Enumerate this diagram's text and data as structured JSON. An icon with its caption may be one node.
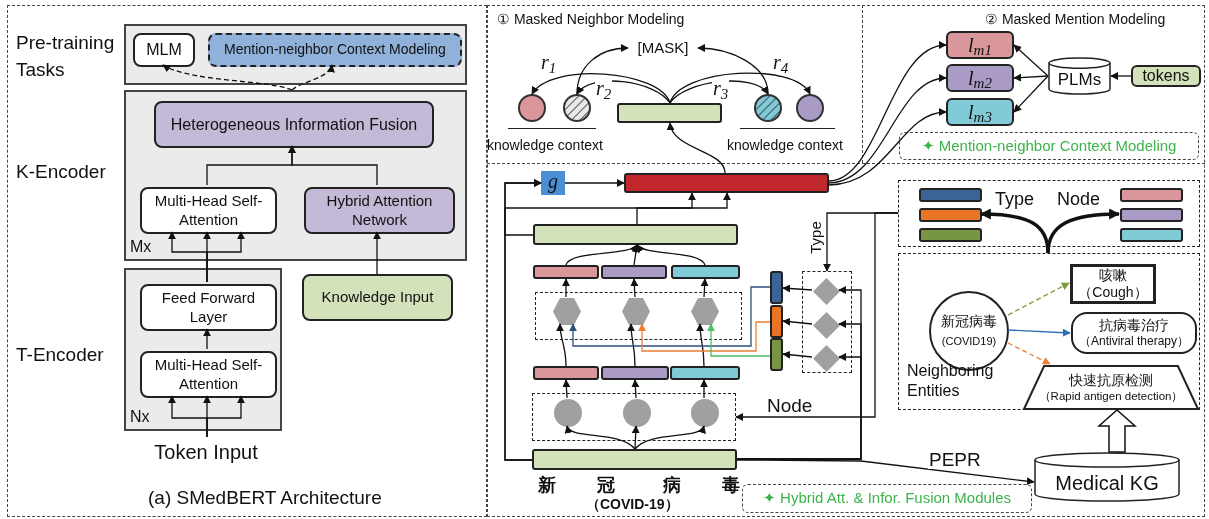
{
  "diagram": {
    "nodes": [
      {
        "text": [],
        "shape": "box"
      },
      {
        "text": [
          "MLM"
        ],
        "in": 0
      },
      {
        "text": [
          "Mention-neighbor Context Modeling"
        ],
        "in": 0
      },
      {
        "text": [
          "Mx"
        ]
      },
      {
        "text": [
          "Heterogeneous Information Fusion"
        ],
        "in": 3
      },
      {
        "text": [
          "Multi-Head Self-Attention"
        ],
        "in": 3
      },
      {
        "text": [
          "Hybrid Attention Network"
        ],
        "in": 3
      },
      {
        "text": [
          "Nx"
        ]
      },
      {
        "text": [
          "Feed Forward Layer"
        ],
        "in": 7
      },
      {
        "text": [
          "Multi-Head Self-Attention"
        ],
        "in": 7
      },
      {
        "text": [
          "Knowledge Input"
        ]
      },
      {
        "text": [
          "Token Input"
        ]
      },
      {
        "text": [
          "[MASK]"
        ]
      },
      {
        "text": [],
        "shape": "circle"
      },
      {
        "text": [],
        "shape": "circle"
      },
      {
        "text": [],
        "shape": "bar"
      },
      {
        "text": [],
        "shape": "circle"
      },
      {
        "text": [],
        "shape": "circle"
      },
      {
        "text": [
          "l$_{m1}$"
        ]
      },
      {
        "text": [
          "l$_{m2}$"
        ]
      },
      {
        "text": [
          "l$_{m3}$"
        ]
      },
      {
        "text": [
          "PLMs"
        ]
      },
      {
        "text": [
          "tokens"
        ]
      },
      {
        "text": [
          "✦ Mention-neighbor Context Modeling"
        ]
      },
      {
        "text": [
          "g"
        ]
      },
      {
        "text": [],
        "shape": "bar"
      },
      {
        "text": [],
        "shape": "bar"
      },
      {
        "text": [],
        "shape": "bar"
      },
      {
        "text": [],
        "shape": "bar"
      },
      {
        "text": [],
        "shape": "bar"
      },
      {
        "text": [],
        "shape": "box"
      },
      {
        "text": [],
        "shape": "hexagon",
        "in": 30
      },
      {
        "text": [],
        "shape": "hexagon",
        "in": 30
      },
      {
        "text": [],
        "shape": "hexagon",
        "in": 30
      },
      {
        "text": [],
        "shape": "bar"
      },
      {
        "text": [],
        "shape": "bar"
      },
      {
        "text": [],
        "shape": "bar"
      },
      {
        "text": [],
        "shape": "box"
      },
      {
        "text": [],
        "shape": "circle",
        "in": 37
      },
      {
        "text": [],
        "shape": "circle",
        "in": 37
      },
      {
        "text": [],
        "shape": "circle",
        "in": 37
      },
      {
        "text": [],
        "shape": "bar",
        "beside": [
          "新",
          "冠",
          "病",
          "毒",
          "（COVID-19）"
        ]
      },
      {
        "text": [],
        "shape": "bar"
      },
      {
        "text": [],
        "shape": "bar"
      },
      {
        "text": [],
        "shape": "bar"
      },
      {
        "text": [],
        "shape": "box"
      },
      {
        "text": [],
        "shape": "diamond",
        "in": 45
      },
      {
        "text": [],
        "shape": "diamond",
        "in": 45
      },
      {
        "text": [],
        "shape": "diamond",
        "in": 45
      },
      {
        "text": [
          "✦ Hybrid Att. & Infor. Fusion Modules"
        ]
      },
      {
        "text": [],
        "shape": "box"
      },
      {
        "text": [],
        "shape": "bar",
        "in": 50
      },
      {
        "text": [],
        "shape": "bar",
        "in": 50
      },
      {
        "text": [],
        "shape": "bar",
        "in": 50
      },
      {
        "text": [],
        "shape": "bar",
        "in": 50
      },
      {
        "text": [],
        "shape": "bar",
        "in": 50
      },
      {
        "text": [],
        "shape": "bar",
        "in": 50
      },
      {
        "text": [
          "Neighboring Entities"
        ]
      },
      {
        "text": [
          "新冠病毒",
          "(COVID19)"
        ],
        "in": 57
      },
      {
        "text": [
          "咳嗽",
          "（Cough）"
        ],
        "in": 57
      },
      {
        "text": [
          "抗病毒治疗",
          "（Antiviral therapy）"
        ],
        "in": 57
      },
      {
        "text": [
          "快速抗原检测",
          "（Rapid antigen detection）"
        ],
        "in": 57
      },
      {
        "text": [
          "Medical KG"
        ]
      }
    ],
    "edges": [
      {
        "from": 11,
        "to": 9,
        "arrow": "to"
      },
      {
        "from": 9,
        "to": 8,
        "arrow": "to"
      },
      {
        "from": 8,
        "to": 5,
        "arrow": "to"
      },
      {
        "from": 5,
        "to": 4,
        "arrow": "to"
      },
      {
        "from": 6,
        "to": 4,
        "arrow": "to"
      },
      {
        "from": 10,
        "to": 6,
        "arrow": "to"
      },
      {
        "from": 3,
        "to": 1,
        "arrow": "to",
        "style": "dashed"
      },
      {
        "from": 3,
        "to": 2,
        "arrow": "to",
        "style": "dashed"
      },
      {
        "from": 15,
        "to": 13,
        "arrow": "to",
        "label": "r$_{1}$"
      },
      {
        "from": 15,
        "to": 14,
        "arrow": "to",
        "label": "r$_{2}$"
      },
      {
        "from": 15,
        "to": 16,
        "arrow": "to",
        "label": "r$_{3}$"
      },
      {
        "from": 15,
        "to": 17,
        "arrow": "to",
        "label": "r$_{4}$"
      },
      {
        "from": 14,
        "to": 12,
        "arrow": "to"
      },
      {
        "from": 16,
        "to": 12,
        "arrow": "to"
      },
      {
        "from": 22,
        "to": 21,
        "arrow": "to"
      },
      {
        "from": 21,
        "to": 18,
        "arrow": "to"
      },
      {
        "from": 21,
        "to": 19,
        "arrow": "to"
      },
      {
        "from": 21,
        "to": 20,
        "arrow": "to"
      },
      {
        "from": 24,
        "to": 25,
        "arrow": "to"
      },
      {
        "from": 25,
        "to": 15,
        "arrow": "to"
      },
      {
        "from": 25,
        "to": 18,
        "arrow": "to"
      },
      {
        "from": 25,
        "to": 19,
        "arrow": "to"
      },
      {
        "from": 25,
        "to": 20,
        "arrow": "to"
      },
      {
        "from": 41,
        "to": 38,
        "arrow": "to"
      },
      {
        "from": 41,
        "to": 39,
        "arrow": "to"
      },
      {
        "from": 41,
        "to": 40,
        "arrow": "to"
      },
      {
        "from": 38,
        "to": 34,
        "arrow": "to"
      },
      {
        "from": 39,
        "to": 35,
        "arrow": "to"
      },
      {
        "from": 40,
        "to": 36,
        "arrow": "to"
      },
      {
        "from": 34,
        "to": 31,
        "arrow": "to"
      },
      {
        "from": 35,
        "to": 32,
        "arrow": "to"
      },
      {
        "from": 36,
        "to": 33,
        "arrow": "to"
      },
      {
        "from": 42,
        "to": 31,
        "arrow": "to",
        "color": "#2f4f80"
      },
      {
        "from": 43,
        "to": 32,
        "arrow": "to",
        "color": "#ed7d31"
      },
      {
        "from": 44,
        "to": 33,
        "arrow": "to",
        "color": "#4cc062"
      },
      {
        "from": 31,
        "to": 27,
        "arrow": "to"
      },
      {
        "from": 32,
        "to": 28,
        "arrow": "to"
      },
      {
        "from": 33,
        "to": 29,
        "arrow": "to"
      },
      {
        "from": 27,
        "to": 26,
        "arrow": "to"
      },
      {
        "from": 28,
        "to": 26,
        "arrow": "to"
      },
      {
        "from": 29,
        "to": 26,
        "arrow": "to"
      },
      {
        "from": 26,
        "to": 25,
        "arrow": "to"
      },
      {
        "from": 41,
        "to": 25,
        "arrow": "to"
      },
      {
        "from": 41,
        "to": 24,
        "arrow": "to"
      },
      {
        "from": 26,
        "to": 24,
        "arrow": "to"
      },
      {
        "from": 41,
        "to": 62,
        "arrow": "to",
        "label": "PEPR"
      },
      {
        "from": 41,
        "to": 46,
        "arrow": "to"
      },
      {
        "from": 41,
        "to": 47,
        "arrow": "to"
      },
      {
        "from": 41,
        "to": 48,
        "arrow": "to"
      },
      {
        "from": 46,
        "to": 42,
        "arrow": "to"
      },
      {
        "from": 47,
        "to": 43,
        "arrow": "to"
      },
      {
        "from": 48,
        "to": 44,
        "arrow": "to"
      },
      {
        "from": 50,
        "to": 45,
        "arrow": "to",
        "label": "Type"
      },
      {
        "from": 50,
        "to": 37,
        "arrow": "to",
        "label": "Node"
      },
      {
        "from": 57,
        "to": 52,
        "arrow": "to",
        "label": "Type",
        "style": "thick"
      },
      {
        "from": 57,
        "to": 55,
        "arrow": "to",
        "label": "Node",
        "style": "thick"
      },
      {
        "from": 58,
        "to": 59,
        "arrow": "to",
        "style": "dashed",
        "color": "#7a9a3a"
      },
      {
        "from": 58,
        "to": 60,
        "arrow": "to",
        "color": "#2e6db4"
      },
      {
        "from": 58,
        "to": 61,
        "arrow": "to",
        "style": "dashed",
        "color": "#ed7d31"
      },
      {
        "from": 62,
        "to": 57,
        "arrow": "to",
        "style": "thick"
      },
      {
        "from": 11,
        "to": 9,
        "arrow": "to"
      },
      {
        "from": 11,
        "to": 9,
        "arrow": "to"
      },
      {
        "from": 8,
        "to": 5,
        "arrow": "to"
      },
      {
        "from": 8,
        "to": 5,
        "arrow": "to"
      }
    ],
    "labels": [
      "Pre-training Tasks",
      "K-Encoder",
      "T-Encoder",
      "(a) SMedBERT Architecture",
      "① Masked Neighbor Modeling",
      "knowledge context",
      "knowledge context",
      "② Masked Mention Modeling"
    ]
  }
}
